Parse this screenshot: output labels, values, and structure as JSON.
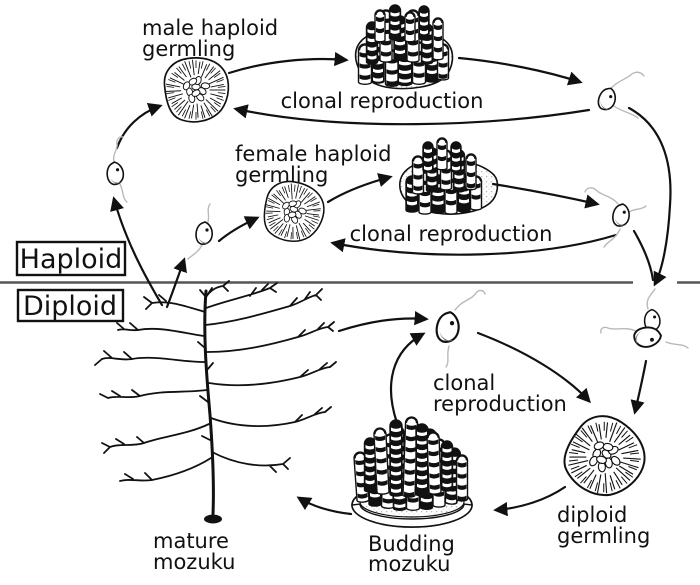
{
  "phase_labels": {
    "haploid": "Haploid",
    "diploid": "Diploid"
  },
  "nodes": {
    "male_germling": {
      "label_line1": "male haploid",
      "label_line2": "germling"
    },
    "female_germling": {
      "label_line1": "female haploid",
      "label_line2": "germling"
    },
    "diploid_germling": {
      "label_line1": "diploid",
      "label_line2": "germling"
    },
    "mature_mozuku": {
      "label_line1": "mature",
      "label_line2": "mozuku"
    },
    "budding_mozuku": {
      "label_line1": "Budding",
      "label_line2": "mozuku"
    }
  },
  "cycle_labels": {
    "male_clonal": "clonal reproduction",
    "female_clonal": "clonal reproduction",
    "diploid_clonal_line1": "clonal",
    "diploid_clonal_line2": "reproduction"
  },
  "colors": {
    "ink": "#111111",
    "flagella": "#b9b9b9",
    "boundary_line": "#555555",
    "cell_shading": "#7a7a7a",
    "background": "#ffffff"
  }
}
